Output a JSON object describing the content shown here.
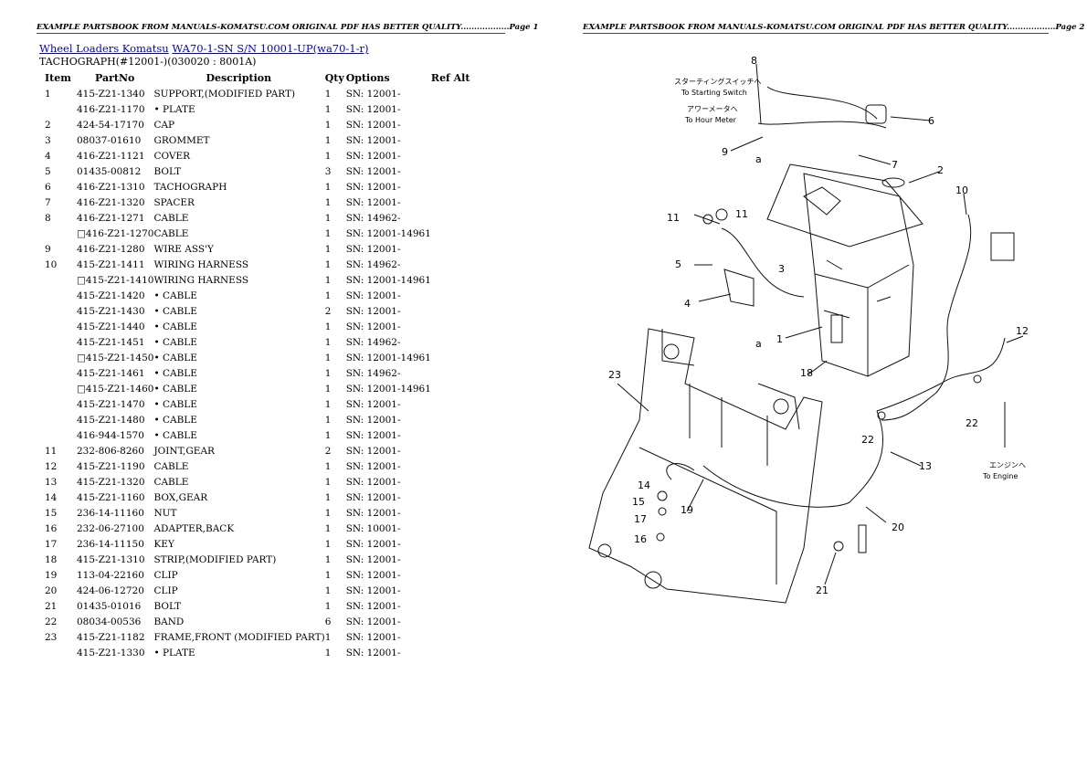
{
  "header": {
    "page1": "EXAMPLE PARTSBOOK FROM MANUALS-KOMATSU.COM ORIGINAL PDF HAS BETTER QUALITY..................Page 1",
    "page2": "EXAMPLE PARTSBOOK FROM MANUALS-KOMATSU.COM ORIGINAL PDF HAS BETTER QUALITY..................Page 2"
  },
  "breadcrumb": {
    "link1": "Wheel Loaders Komatsu",
    "link2": "WA70-1-SN S/N 10001-UP(wa70-1-r)"
  },
  "subtitle": "TACHOGRAPH(#12001-)(030020 : 8001A)",
  "columns": [
    "Item",
    "PartNo",
    "Description",
    "Qty",
    "Options",
    "Ref Alt"
  ],
  "rows": [
    [
      "1",
      "415-Z21-1340",
      "SUPPORT,(MODIFIED PART)",
      "1",
      "SN: 12001-"
    ],
    [
      "",
      "416-Z21-1170",
      "• PLATE",
      "1",
      "SN: 12001-"
    ],
    [
      "2",
      "424-54-17170",
      "CAP",
      "1",
      "SN: 12001-"
    ],
    [
      "3",
      "08037-01610",
      "GROMMET",
      "1",
      "SN: 12001-"
    ],
    [
      "4",
      "416-Z21-1121",
      "COVER",
      "1",
      "SN: 12001-"
    ],
    [
      "5",
      "01435-00812",
      "BOLT",
      "3",
      "SN: 12001-"
    ],
    [
      "6",
      "416-Z21-1310",
      "TACHOGRAPH",
      "1",
      "SN: 12001-"
    ],
    [
      "7",
      "416-Z21-1320",
      "SPACER",
      "1",
      "SN: 12001-"
    ],
    [
      "8",
      "416-Z21-1271",
      "CABLE",
      "1",
      "SN: 14962-"
    ],
    [
      "",
      "□416-Z21-1270",
      "CABLE",
      "1",
      "SN: 12001-14961"
    ],
    [
      "9",
      "416-Z21-1280",
      "WIRE ASS'Y",
      "1",
      "SN: 12001-"
    ],
    [
      "10",
      "415-Z21-1411",
      "WIRING HARNESS",
      "1",
      "SN: 14962-"
    ],
    [
      "",
      "□415-Z21-1410",
      "WIRING HARNESS",
      "1",
      "SN: 12001-14961"
    ],
    [
      "",
      "415-Z21-1420",
      "• CABLE",
      "1",
      "SN: 12001-"
    ],
    [
      "",
      "415-Z21-1430",
      "• CABLE",
      "2",
      "SN: 12001-"
    ],
    [
      "",
      "415-Z21-1440",
      "• CABLE",
      "1",
      "SN: 12001-"
    ],
    [
      "",
      "415-Z21-1451",
      "• CABLE",
      "1",
      "SN: 14962-"
    ],
    [
      "",
      "□415-Z21-1450",
      "• CABLE",
      "1",
      "SN: 12001-14961"
    ],
    [
      "",
      "415-Z21-1461",
      "• CABLE",
      "1",
      "SN: 14962-"
    ],
    [
      "",
      "□415-Z21-1460",
      "• CABLE",
      "1",
      "SN: 12001-14961"
    ],
    [
      "",
      "415-Z21-1470",
      "• CABLE",
      "1",
      "SN: 12001-"
    ],
    [
      "",
      "415-Z21-1480",
      "• CABLE",
      "1",
      "SN: 12001-"
    ],
    [
      "",
      "416-944-1570",
      "• CABLE",
      "1",
      "SN: 12001-"
    ],
    [
      "11",
      "232-806-8260",
      "JOINT,GEAR",
      "2",
      "SN: 12001-"
    ],
    [
      "12",
      "415-Z21-1190",
      "CABLE",
      "1",
      "SN: 12001-"
    ],
    [
      "13",
      "415-Z21-1320",
      "CABLE",
      "1",
      "SN: 12001-"
    ],
    [
      "14",
      "415-Z21-1160",
      "BOX,GEAR",
      "1",
      "SN: 12001-"
    ],
    [
      "15",
      "236-14-11160",
      "NUT",
      "1",
      "SN: 12001-"
    ],
    [
      "16",
      "232-06-27100",
      "ADAPTER,BACK",
      "1",
      "SN: 10001-"
    ],
    [
      "17",
      "236-14-11150",
      "KEY",
      "1",
      "SN: 12001-"
    ],
    [
      "18",
      "415-Z21-1310",
      "STRIP,(MODIFIED PART)",
      "1",
      "SN: 12001-"
    ],
    [
      "19",
      "113-04-22160",
      "CLIP",
      "1",
      "SN: 12001-"
    ],
    [
      "20",
      "424-06-12720",
      "CLIP",
      "1",
      "SN: 12001-"
    ],
    [
      "21",
      "01435-01016",
      "BOLT",
      "1",
      "SN: 12001-"
    ],
    [
      "22",
      "08034-00536",
      "BAND",
      "6",
      "SN: 12001-"
    ],
    [
      "23",
      "415-Z21-1182",
      "FRAME,FRONT (MODIFIED PART)",
      "1",
      "SN: 12001-"
    ],
    [
      "",
      "415-Z21-1330",
      "• PLATE",
      "1",
      "SN: 12001-"
    ]
  ],
  "diagram": {
    "callouts": [
      "1",
      "2",
      "3",
      "4",
      "5",
      "6",
      "7",
      "8",
      "9",
      "10",
      "11",
      "11",
      "12",
      "13",
      "14",
      "15",
      "16",
      "17",
      "18",
      "19",
      "20",
      "21",
      "22",
      "22",
      "23",
      "a",
      "a"
    ],
    "notes": {
      "starting_jp": "スターティングスイッチへ",
      "starting_en": "To Starting Switch",
      "hour_jp": "アワーメータへ",
      "hour_en": "To Hour Meter",
      "engine_jp": "エンジンへ",
      "engine_en": "To Engine"
    }
  }
}
